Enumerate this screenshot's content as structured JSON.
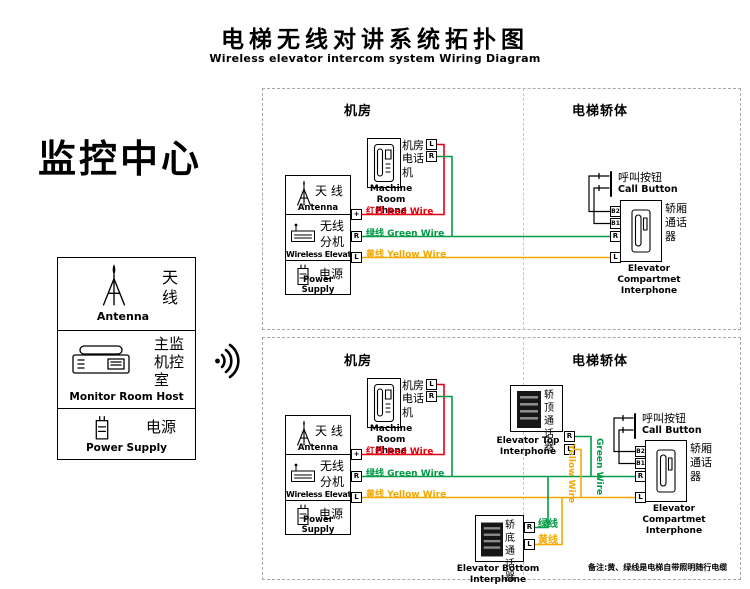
{
  "title": {
    "zh": "电梯无线对讲系统拓扑图",
    "en": "Wireless elevator intercom system Wiring Diagram"
  },
  "monitor": {
    "heading": "监控中心",
    "antenna_zh": "天线",
    "antenna_en": "Antenna",
    "host_zh": "主监机控室",
    "host_en": "Monitor Room Host",
    "power_zh": "电源",
    "power_en": "Power Supply"
  },
  "sections": {
    "machine_room": "机房",
    "elevator_body": "电梯轿体"
  },
  "labels": {
    "machine_room_phone_zh": "机房电话机",
    "machine_room_phone_en": "Machine Room Phone",
    "unit_antenna_zh": "天 线",
    "unit_antenna_en": "Antenna",
    "unit_wireless_zh": "无线分机",
    "unit_wireless_en": "Wireless Elevator",
    "unit_power_zh": "电源",
    "unit_power_en": "Power Supply",
    "call_button_zh": "呼叫按钮",
    "call_button_en": "Call Button",
    "compartment_zh": "轿厢通话器",
    "compartment_en": "Elevator Compartmet Interphone",
    "top_interphone_zh": "轿顶通话器",
    "top_interphone_en": "Elevator Top Interphone",
    "bottom_interphone_zh": "轿底通话器",
    "bottom_interphone_en": "Elevator Bottom Interphone"
  },
  "wires": {
    "red": "红线  Red Wire",
    "green": "绿线  Green Wire",
    "yellow": "黄线  Yellow Wire",
    "green_vertical": "Green Wire",
    "yellow_vertical": "Yellow Wire",
    "green_short": "绿线",
    "yellow_short": "黄线"
  },
  "terminals": {
    "plus": "+",
    "r": "R",
    "l": "L",
    "b2": "B2",
    "b1": "B1"
  },
  "note": "备注:黄、绿线是电梯自带照明随行电缆",
  "colors": {
    "red": "#e60012",
    "green": "#009944",
    "yellow": "#f5a800"
  }
}
